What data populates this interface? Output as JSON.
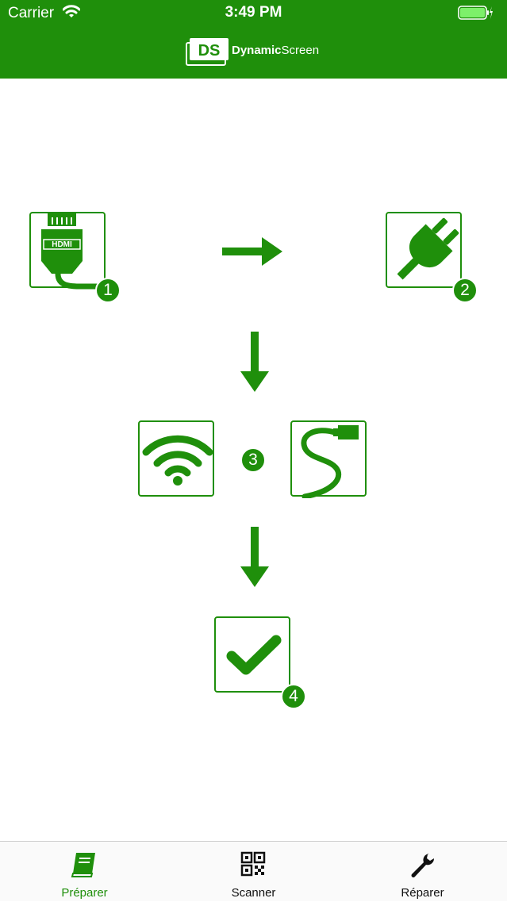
{
  "status_bar": {
    "carrier": "Carrier",
    "time": "3:49 PM"
  },
  "header": {
    "logo_mark": "DS",
    "logo_text_bold": "Dynamic",
    "logo_text_regular": "Screen"
  },
  "steps": [
    {
      "number": "1",
      "icon": "hdmi-cable-icon"
    },
    {
      "number": "2",
      "icon": "power-plug-icon"
    },
    {
      "number": "3",
      "icon": "wifi-icon / ethernet-cable-icon"
    },
    {
      "number": "4",
      "icon": "checkmark-icon"
    }
  ],
  "tabs": [
    {
      "label": "Préparer",
      "icon": "book-icon",
      "active": true
    },
    {
      "label": "Scanner",
      "icon": "qr-code-icon",
      "active": false
    },
    {
      "label": "Réparer",
      "icon": "wrench-icon",
      "active": false
    }
  ],
  "colors": {
    "brand": "#1f8f0b",
    "background": "#ffffff",
    "tabbar": "#fafafa"
  }
}
